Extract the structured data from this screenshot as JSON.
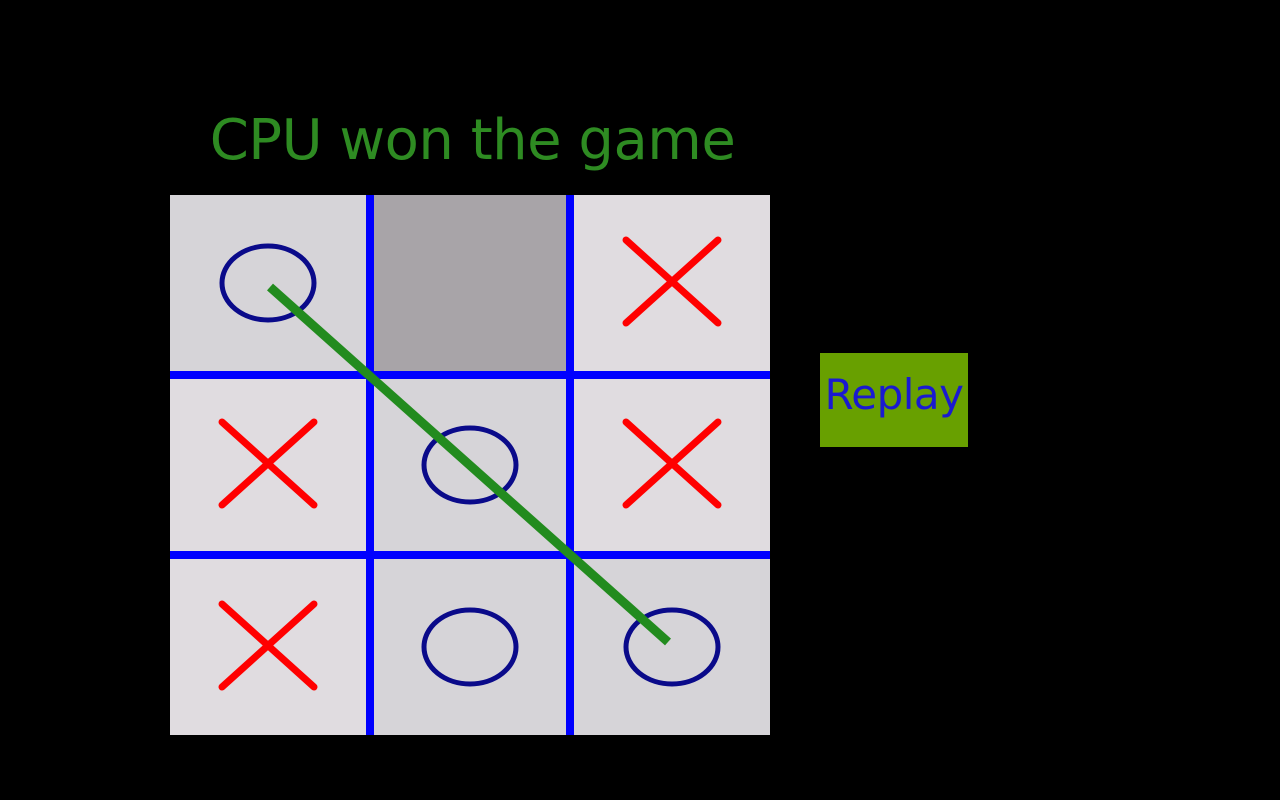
{
  "status": {
    "text": "CPU won the game",
    "color": "#2e8b22"
  },
  "board": {
    "grid_color": "#0000ff",
    "cells": [
      {
        "row": 0,
        "col": 0,
        "mark": "O",
        "icon": "circle-icon",
        "bg": "#d6d4d8"
      },
      {
        "row": 0,
        "col": 1,
        "mark": "",
        "icon": "",
        "bg": "#a8a4a8"
      },
      {
        "row": 0,
        "col": 2,
        "mark": "X",
        "icon": "cross-icon",
        "bg": "#e0dce0"
      },
      {
        "row": 1,
        "col": 0,
        "mark": "X",
        "icon": "cross-icon",
        "bg": "#e0dce0"
      },
      {
        "row": 1,
        "col": 1,
        "mark": "O",
        "icon": "circle-icon",
        "bg": "#d6d4d8"
      },
      {
        "row": 1,
        "col": 2,
        "mark": "X",
        "icon": "cross-icon",
        "bg": "#e0dce0"
      },
      {
        "row": 2,
        "col": 0,
        "mark": "X",
        "icon": "cross-icon",
        "bg": "#e0dce0"
      },
      {
        "row": 2,
        "col": 1,
        "mark": "O",
        "icon": "circle-icon",
        "bg": "#d6d4d8"
      },
      {
        "row": 2,
        "col": 2,
        "mark": "O",
        "icon": "circle-icon",
        "bg": "#d6d4d8"
      }
    ],
    "win_line": {
      "from": [
        0,
        0
      ],
      "to": [
        2,
        2
      ],
      "color": "#228b1e"
    },
    "o_color": "#0a0a8a",
    "x_color": "#ff0000"
  },
  "replay": {
    "label": "Replay",
    "bg": "#68a000",
    "color": "#1a1ad0"
  }
}
